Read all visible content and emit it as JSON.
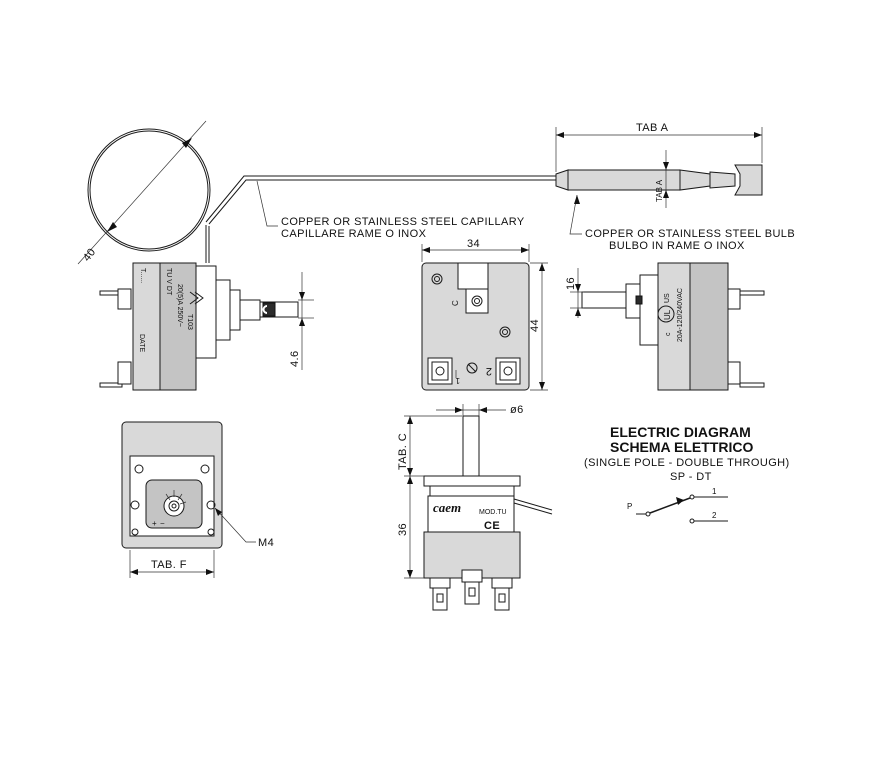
{
  "labels": {
    "capillary_en": "COPPER OR STAINLESS STEEL CAPILLARY",
    "capillary_it": "CAPILLARE RAME O INOX",
    "bulb_en": "COPPER OR STAINLESS STEEL BULB",
    "bulb_it": "BULBO IN RAME O INOX",
    "m4": "M4"
  },
  "dimensions": {
    "diameter_40": "40",
    "tab_a_top": "TAB A",
    "tab_a_side": "TAB A",
    "width_34": "34",
    "height_44": "44",
    "d_4_6": "4.6",
    "d_16": "16",
    "d_6": "ø6",
    "tab_c": "TAB. C",
    "h_36": "36",
    "tab_f": "TAB. F"
  },
  "marks": {
    "front_t": "T......",
    "front_tuvdt": "TU V DT",
    "front_rating": "20(5)A 250V~",
    "front_t103": "T103",
    "front_date": "DATE",
    "side_rating": "20A-120/240VAC",
    "side_c": "c",
    "side_us": "US",
    "terminal_c": "C",
    "terminal_1": "1",
    "terminal_2": "2",
    "knob_plus": "+",
    "knob_minus": "−",
    "brand": "caem",
    "model": "MOD.TU",
    "ce": "CE"
  },
  "electric": {
    "title_en": "ELECTRIC DIAGRAM",
    "title_it": "SCHEMA ELETTRICO",
    "subtitle": "(SINGLE POLE - DOUBLE THROUGH)",
    "code": "SP - DT",
    "p": "P",
    "t1": "1",
    "t2": "2"
  }
}
